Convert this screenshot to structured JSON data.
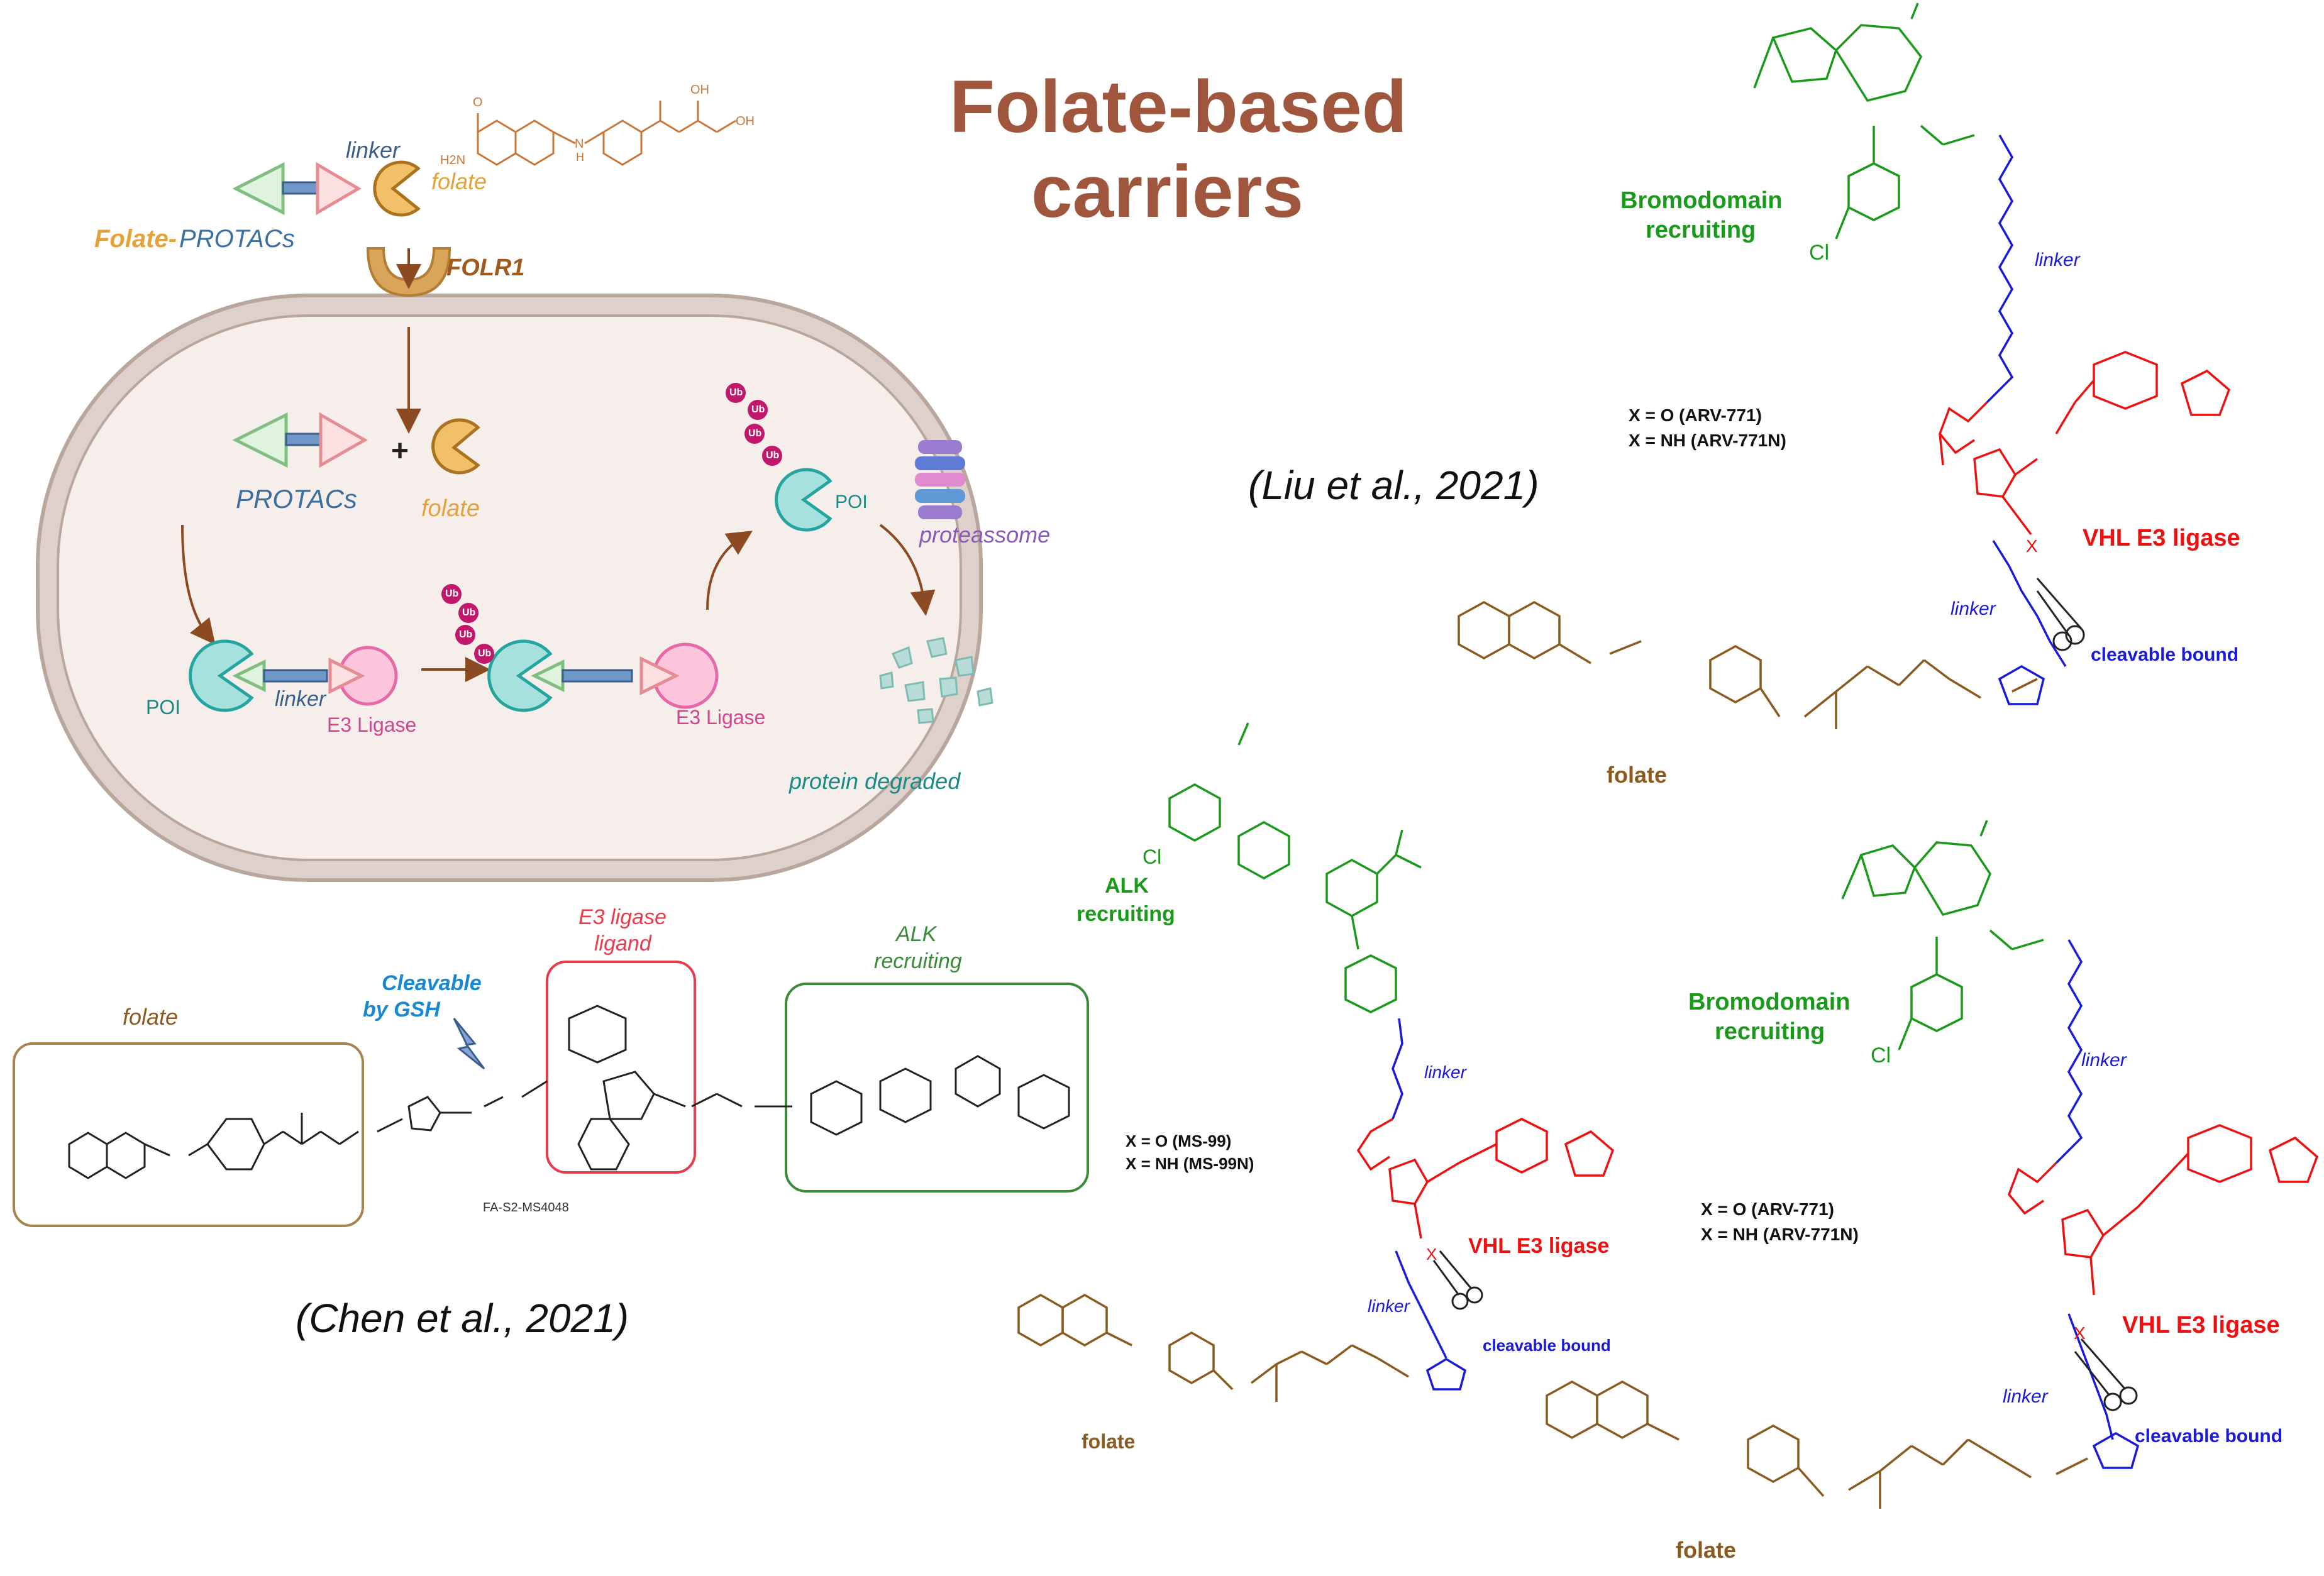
{
  "title": {
    "line1": "Folate-based",
    "line2": "carriers"
  },
  "colors": {
    "title": "#a0553d",
    "folate": "#8b5a1e",
    "linker": "#1a1adc",
    "e3": "#ee1111",
    "bromodomain": "#1a9a1a",
    "alk_box": "#3a8a3a",
    "folate_box": "#a88450",
    "e3_box": "#e83c4c",
    "cell_membrane": "#c8b4a8",
    "cell_inside": "#f7f0ee",
    "poi": "#26b5b0",
    "e3_ligase": "#e76aa8",
    "ub": "#c2186b",
    "folr1": "#d9a55b"
  },
  "cell_diagram": {
    "linker_top": "linker",
    "folate_top": "folate",
    "folate_protacs_a": "Folate-",
    "folate_protacs_b": "PROTACs",
    "folr1": "FOLR1",
    "plus": "+",
    "protacs": "PROTACs",
    "folate_mid": "folate",
    "poi_left": "POI",
    "linker_mid": "linker",
    "e3_left": "E3 Ligase",
    "e3_right": "E3 Ligase",
    "poi_top": "POI",
    "proteasome": "proteassome",
    "protein_degraded": "protein degraded",
    "ub": "Ub",
    "struct_labels": {
      "h2n": "H2N",
      "o": "O",
      "oh1": "OH",
      "oh2": "OH",
      "nh": "N",
      "h": "H"
    }
  },
  "chen": {
    "folate_label": "folate",
    "cleavable": "Cleavable",
    "by_gsh": "by GSH",
    "e3_ligand_a": "E3 ligase",
    "e3_ligand_b": "ligand",
    "alk_a": "ALK",
    "alk_b": "recruiting",
    "compound": "FA-S2-MS4048",
    "citation": "(Chen et al., 2021)"
  },
  "liu_top": {
    "bromodomain_a": "Bromodomain",
    "bromodomain_b": "recruiting",
    "linker1": "linker",
    "x_o": "X = O (ARV-771)",
    "x_nh": "X = NH (ARV-771N)",
    "vhl": "VHL E3 ligase",
    "linker2": "linker",
    "cleavable": "cleavable bound",
    "folate": "folate",
    "citation": "(Liu et al., 2021)",
    "cl": "Cl",
    "x": "X"
  },
  "middle": {
    "alk_a": "ALK",
    "alk_b": "recruiting",
    "linker1": "linker",
    "x_o": "X = O (MS-99)",
    "x_nh": "X = NH (MS-99N)",
    "vhl": "VHL E3 ligase",
    "linker2": "linker",
    "cleavable": "cleavable bound",
    "folate": "folate",
    "cl": "Cl",
    "x": "X"
  },
  "liu_bottom": {
    "bromodomain_a": "Bromodomain",
    "bromodomain_b": "recruiting",
    "linker1": "linker",
    "x_o": "X = O (ARV-771)",
    "x_nh": "X = NH (ARV-771N)",
    "vhl": "VHL E3 ligase",
    "linker2": "linker",
    "cleavable": "cleavable bound",
    "folate": "folate",
    "cl": "Cl",
    "x": "X"
  }
}
